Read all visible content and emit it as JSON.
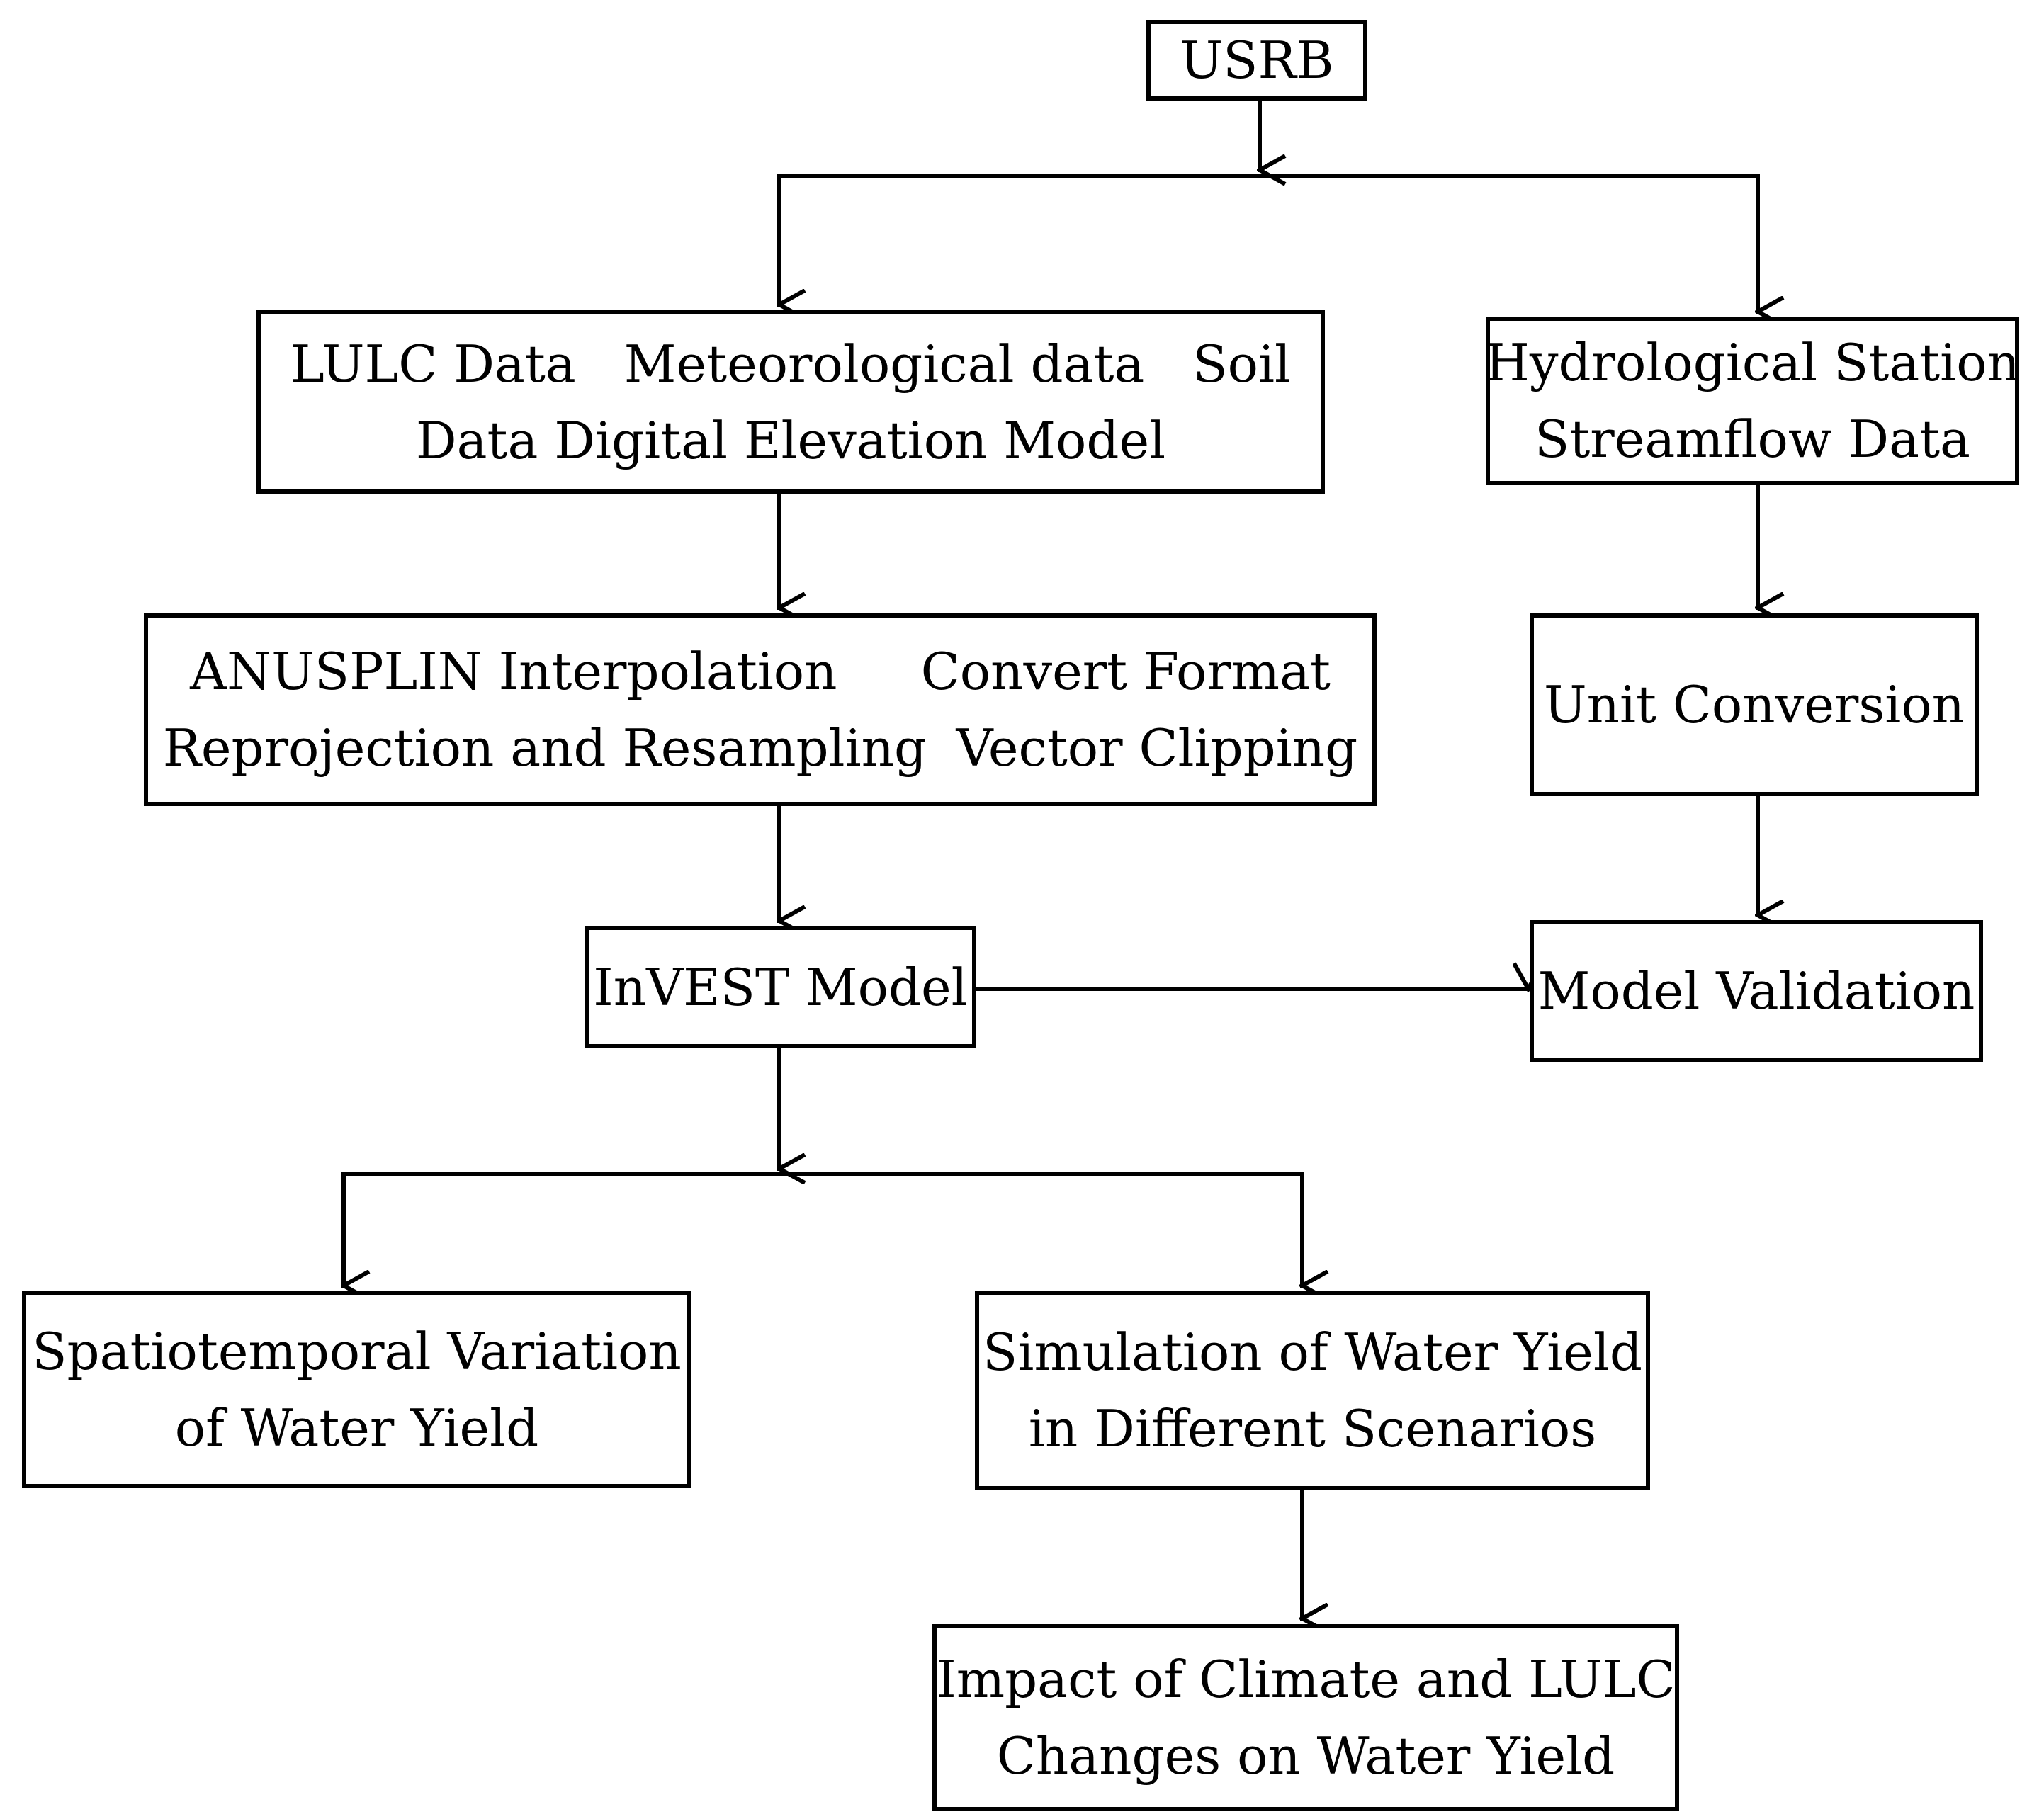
{
  "colors": {
    "stroke": "#000000",
    "background": "#ffffff"
  },
  "nodes": {
    "usrb": {
      "text": "USRB"
    },
    "inputs": {
      "line1": [
        "LULC Data",
        "Meteorological data",
        "Soil"
      ],
      "line2": "Data Digital Elevation Model"
    },
    "hydro": {
      "line1": "Hydrological Station",
      "line2": "Streamflow Data"
    },
    "preprocess": {
      "row1": [
        "ANUSPLIN Interpolation",
        "Convert Format"
      ],
      "row2": [
        "Reprojection and Resampling",
        "Vector Clipping"
      ]
    },
    "unit_conversion": {
      "text": "Unit Conversion"
    },
    "invest": {
      "text": "InVEST Model"
    },
    "validation": {
      "text": "Model Validation"
    },
    "spatiotemporal": {
      "line1": "Spatiotemporal Variation",
      "line2": "of Water Yield"
    },
    "simulation": {
      "line1": "Simulation of Water Yield",
      "line2": "in Different Scenarios"
    },
    "impact": {
      "line1": "Impact of Climate and LULC",
      "line2": "Changes on Water Yield"
    }
  },
  "edges": [
    {
      "from": "usrb",
      "to": "inputs"
    },
    {
      "from": "usrb",
      "to": "hydro"
    },
    {
      "from": "inputs",
      "to": "preprocess"
    },
    {
      "from": "hydro",
      "to": "unit_conversion"
    },
    {
      "from": "preprocess",
      "to": "invest"
    },
    {
      "from": "unit_conversion",
      "to": "validation"
    },
    {
      "from": "invest",
      "to": "validation"
    },
    {
      "from": "invest",
      "to": "spatiotemporal"
    },
    {
      "from": "invest",
      "to": "simulation"
    },
    {
      "from": "simulation",
      "to": "impact"
    }
  ]
}
